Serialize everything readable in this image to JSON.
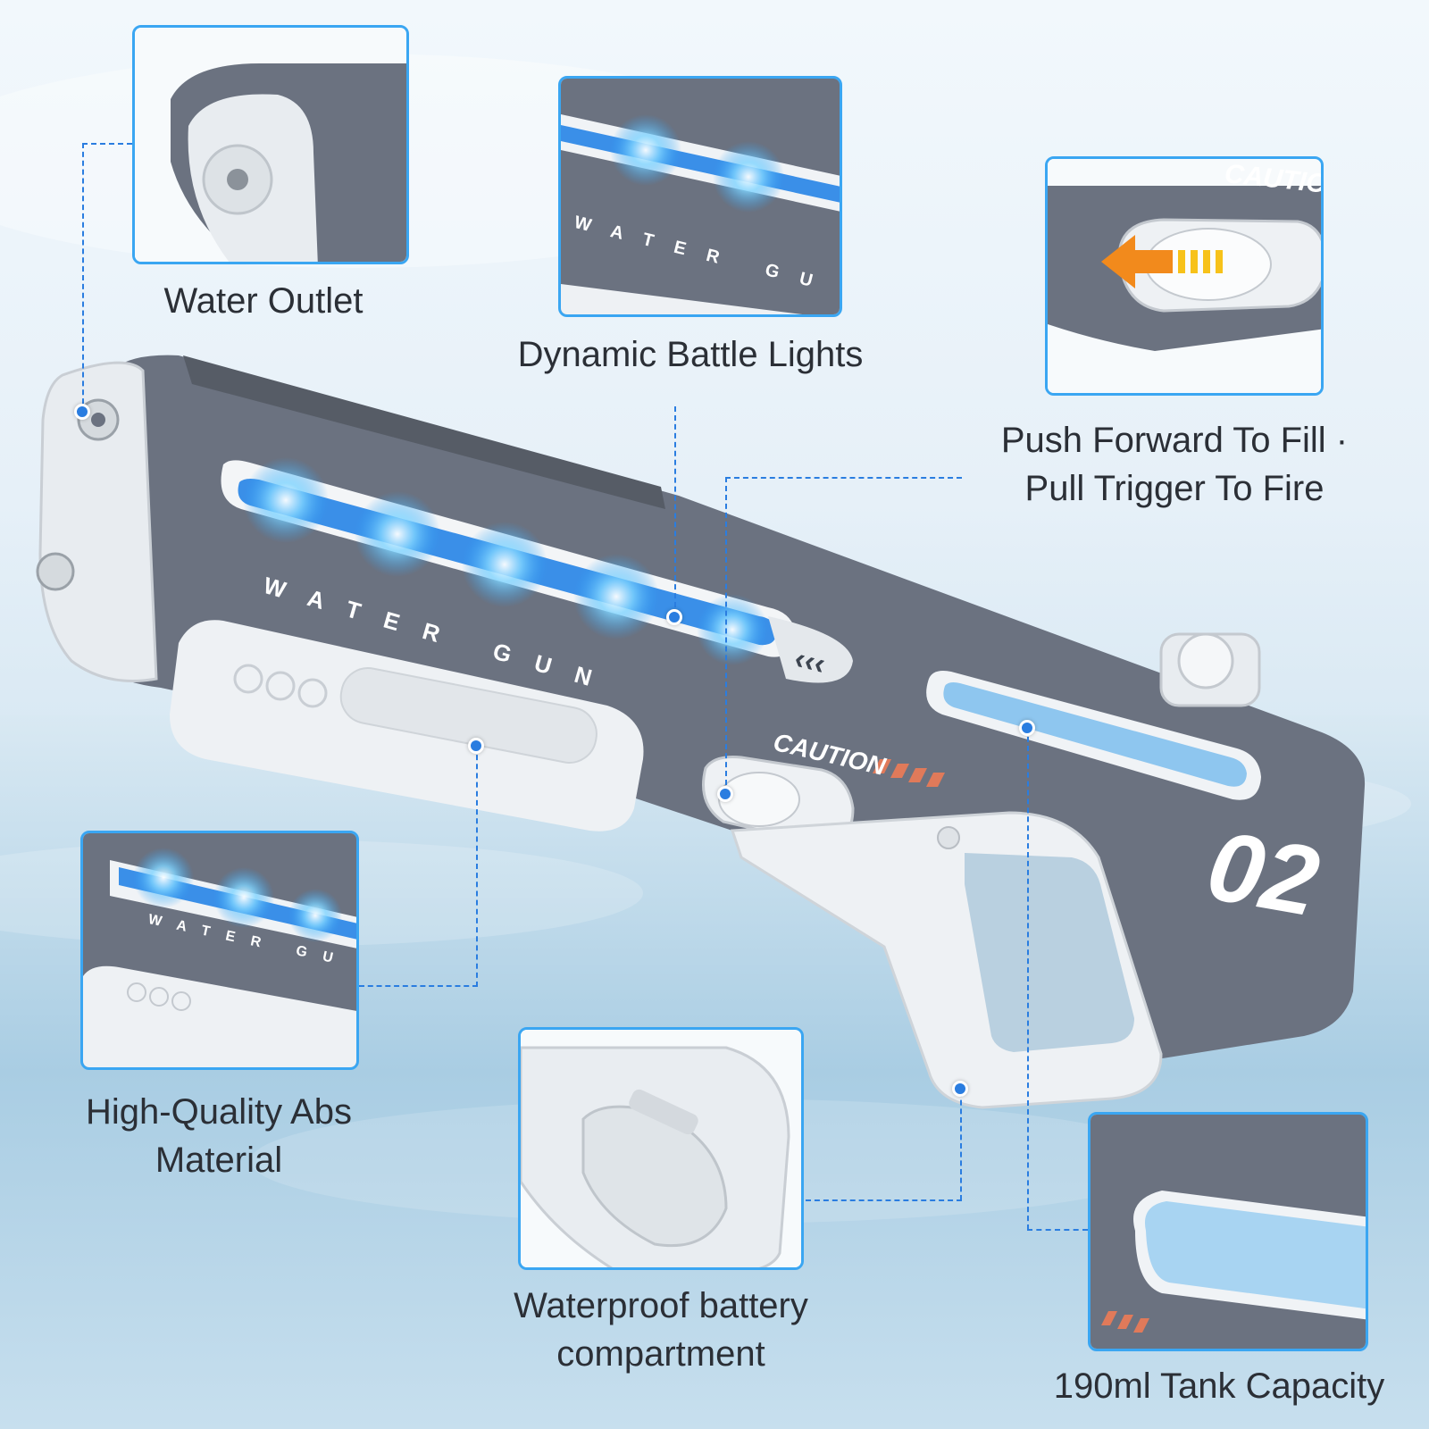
{
  "colors": {
    "accent": "#2d9cf0",
    "leader": "#2a7de0",
    "body_gray": "#6b7280",
    "body_white": "#eef1f4",
    "light_blue": "#4fc3ff",
    "caution_orange": "#e07a5a"
  },
  "callouts": {
    "water_outlet": {
      "label": "Water Outlet"
    },
    "battle_lights": {
      "label": "Dynamic Battle Lights",
      "print": "WATER GU"
    },
    "fill_fire": {
      "line1": "Push Forward To Fill ·",
      "line2": "Pull Trigger To Fire",
      "print": "CAUTIO"
    },
    "abs_material": {
      "line1": "High-Quality Abs",
      "line2": "Material",
      "print": "WATER GU"
    },
    "battery": {
      "line1": "Waterproof battery",
      "line2": "compartment"
    },
    "tank": {
      "label": "190ml Tank Capacity"
    }
  },
  "product": {
    "side_print": "WATER GUN",
    "caution": "CAUTION",
    "chevrons": "‹‹‹",
    "model_number": "02"
  },
  "icons": {
    "fill_arrow": "arrow-left-icon"
  }
}
